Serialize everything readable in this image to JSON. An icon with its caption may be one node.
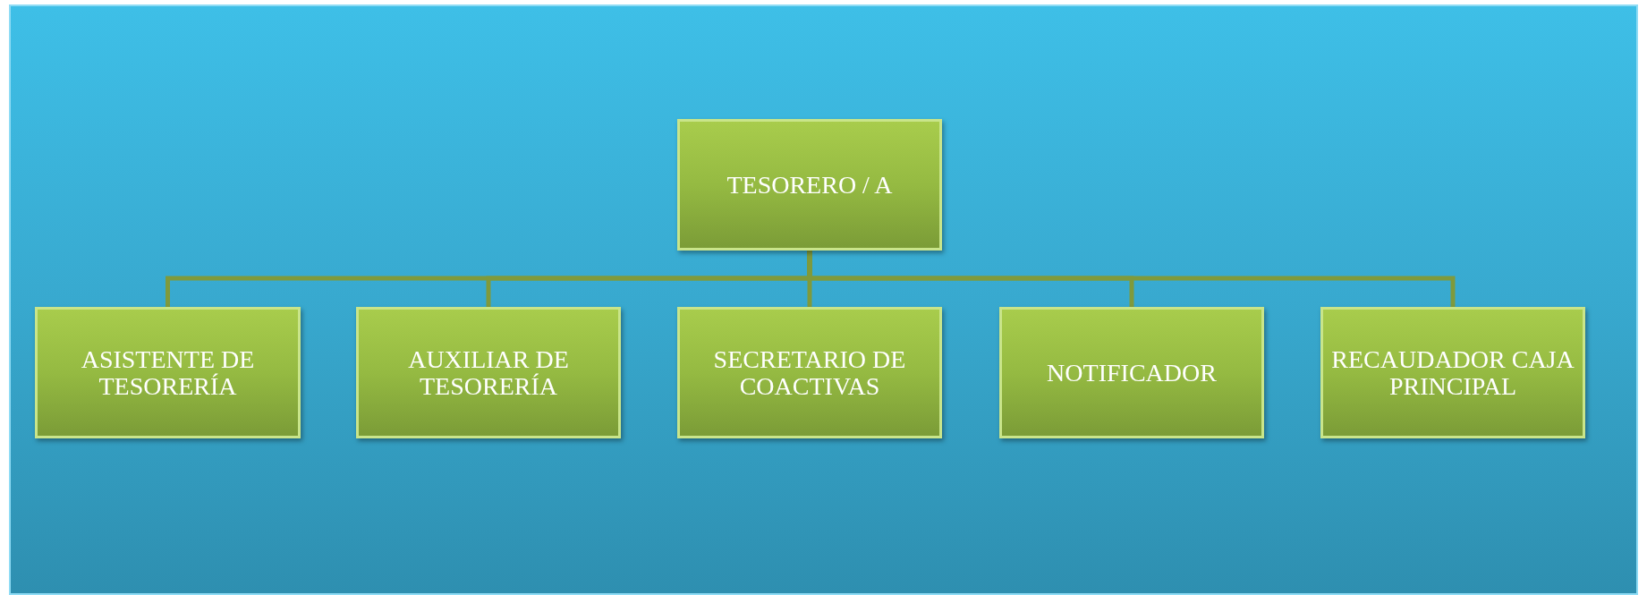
{
  "diagram": {
    "nodes": [
      {
        "text": [
          "TESORERO / A"
        ]
      },
      {
        "text": [
          "ASISTENTE DE TESORERÍA"
        ]
      },
      {
        "text": [
          "AUXILIAR DE TESORERÍA"
        ]
      },
      {
        "text": [
          "SECRETARIO DE COACTIVAS"
        ]
      },
      {
        "text": [
          "NOTIFICADOR"
        ]
      },
      {
        "text": [
          "RECAUDADOR CAJA PRINCIPAL"
        ]
      }
    ],
    "edges": [
      {
        "from": 0,
        "to": 1,
        "arrow": "none"
      },
      {
        "from": 0,
        "to": 2,
        "arrow": "none"
      },
      {
        "from": 0,
        "to": 3,
        "arrow": "none"
      },
      {
        "from": 0,
        "to": 4,
        "arrow": "none"
      },
      {
        "from": 0,
        "to": 5,
        "arrow": "none"
      }
    ]
  }
}
